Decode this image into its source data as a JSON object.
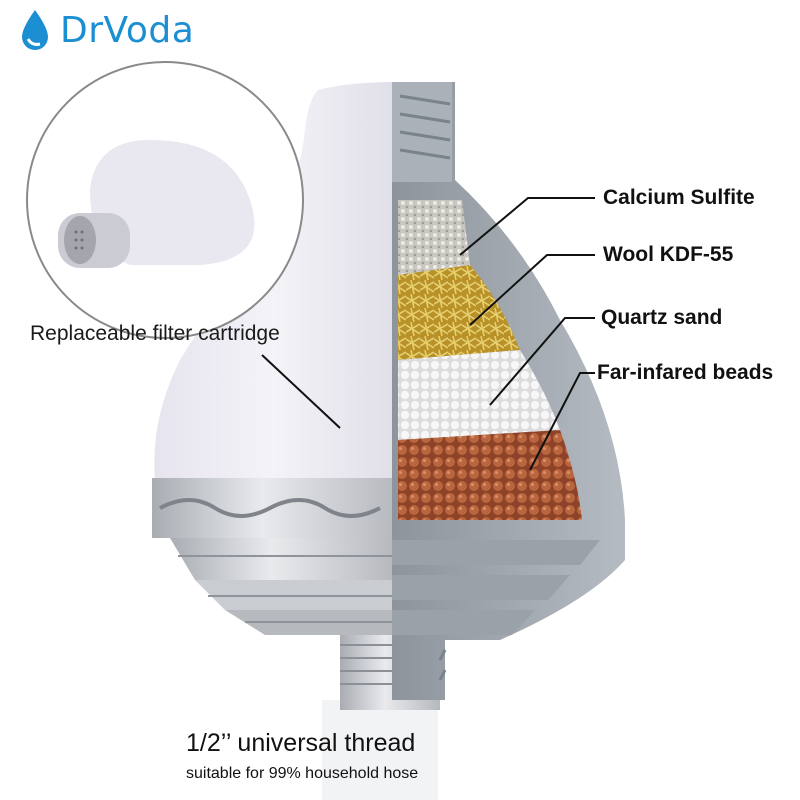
{
  "brand": {
    "name": "DrVoda",
    "accent": "#1c8fd3"
  },
  "inset": {
    "caption": "Replaceable filter cartridge"
  },
  "layers": [
    {
      "label": "Calcium Sulfite",
      "color": "#d9d6cf"
    },
    {
      "label": "Wool KDF-55",
      "color": "#c9a941"
    },
    {
      "label": "Quartz sand",
      "color": "#ececec"
    },
    {
      "label": "Far-infared beads",
      "color": "#a9583a"
    }
  ],
  "thread": {
    "title": "1/2’’ universal thread",
    "subtitle": "suitable for 99% household hose"
  }
}
